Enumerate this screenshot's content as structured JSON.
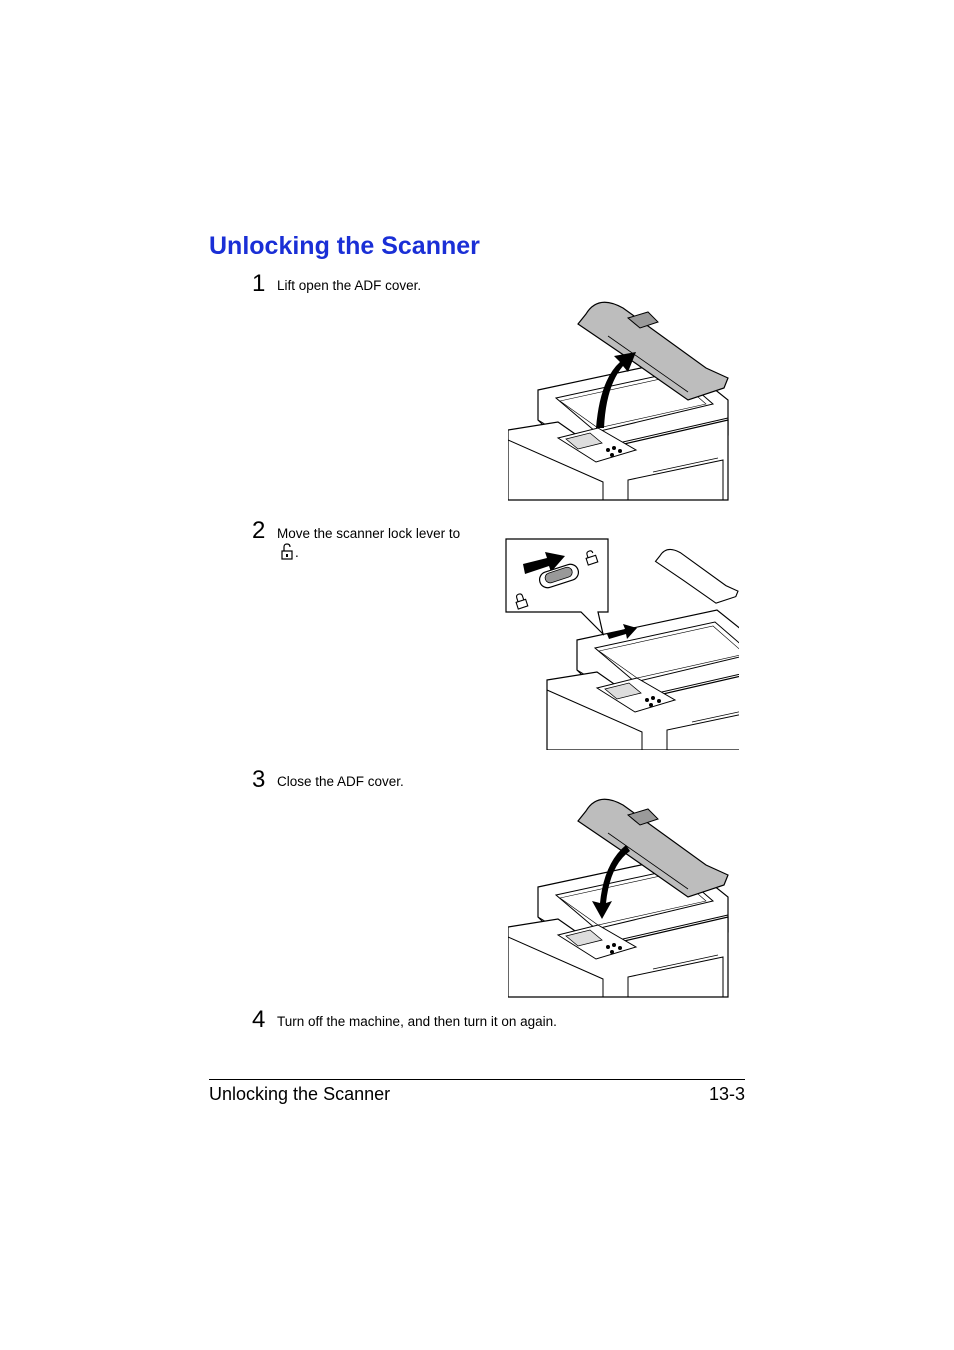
{
  "page": {
    "title": "Unlocking the Scanner",
    "steps": [
      {
        "number": "1",
        "text": "Lift open the ADF cover."
      },
      {
        "number": "2",
        "text": "Move the scanner lock lever to",
        "suffix": "."
      },
      {
        "number": "3",
        "text": "Close the ADF cover."
      },
      {
        "number": "4",
        "text": "Turn off the machine, and then turn it on again."
      }
    ],
    "icons": {
      "unlock": "unlocked-padlock-icon",
      "lock": "locked-padlock-icon",
      "arrow": "arrow-icon"
    }
  },
  "footer": {
    "section_title": "Unlocking the Scanner",
    "page_number": "13-3"
  }
}
